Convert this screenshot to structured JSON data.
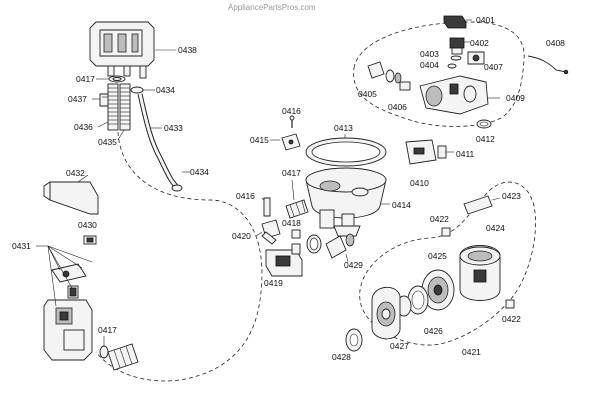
{
  "watermark": "AppliancePartsPros.com",
  "labels": {
    "p0401": "0401",
    "p0402": "0402",
    "p0403": "0403",
    "p0404": "0404",
    "p0405": "0405",
    "p0406": "0406",
    "p0407": "0407",
    "p0408": "0408",
    "p0409": "0409",
    "p0410": "0410",
    "p0411": "0411",
    "p0412": "0412",
    "p0413": "0413",
    "p0414": "0414",
    "p0415": "0415",
    "p0416a": "0416",
    "p0416b": "0416",
    "p0417a": "0417",
    "p0417b": "0417",
    "p0417c": "0417",
    "p0418": "0418",
    "p0419": "0419",
    "p0420": "0420",
    "p0421": "0421",
    "p0422a": "0422",
    "p0422b": "0422",
    "p0423": "0423",
    "p0424": "0424",
    "p0425": "0425",
    "p0426": "0426",
    "p0427": "0427",
    "p0428": "0428",
    "p0429": "0429",
    "p0430": "0430",
    "p0431": "0431",
    "p0432": "0432",
    "p0433": "0433",
    "p0434a": "0434",
    "p0434b": "0434",
    "p0435": "0435",
    "p0436": "0436",
    "p0437": "0437",
    "p0438": "0438"
  }
}
